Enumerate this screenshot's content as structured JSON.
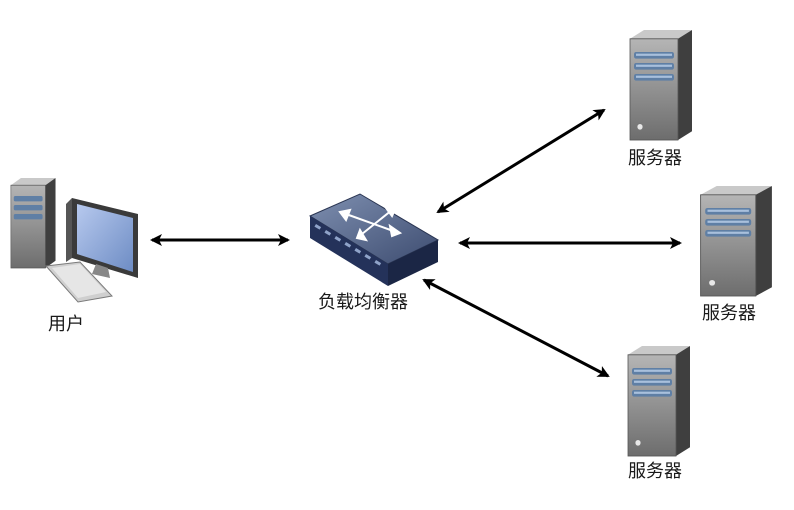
{
  "nodes": {
    "user": {
      "label": "用户"
    },
    "load_balancer": {
      "label": "负载均衡器"
    },
    "servers": [
      {
        "label": "服务器"
      },
      {
        "label": "服务器"
      },
      {
        "label": "服务器"
      }
    ]
  },
  "connections": [
    {
      "from": "user",
      "to": "load_balancer",
      "direction": "bidirectional"
    },
    {
      "from": "load_balancer",
      "to": "server-1",
      "direction": "bidirectional"
    },
    {
      "from": "load_balancer",
      "to": "server-2",
      "direction": "bidirectional"
    },
    {
      "from": "load_balancer",
      "to": "server-3",
      "direction": "bidirectional"
    }
  ],
  "colors": {
    "arrow": "#000000",
    "server_body": "#7d7d7d",
    "server_stripe": "#6f8fb0",
    "switch_body": "#2c3e66",
    "monitor_screen": "#8aa6d6"
  },
  "icons": {
    "user": "desktop-computer-icon",
    "load_balancer": "network-switch-icon",
    "server": "server-tower-icon"
  }
}
